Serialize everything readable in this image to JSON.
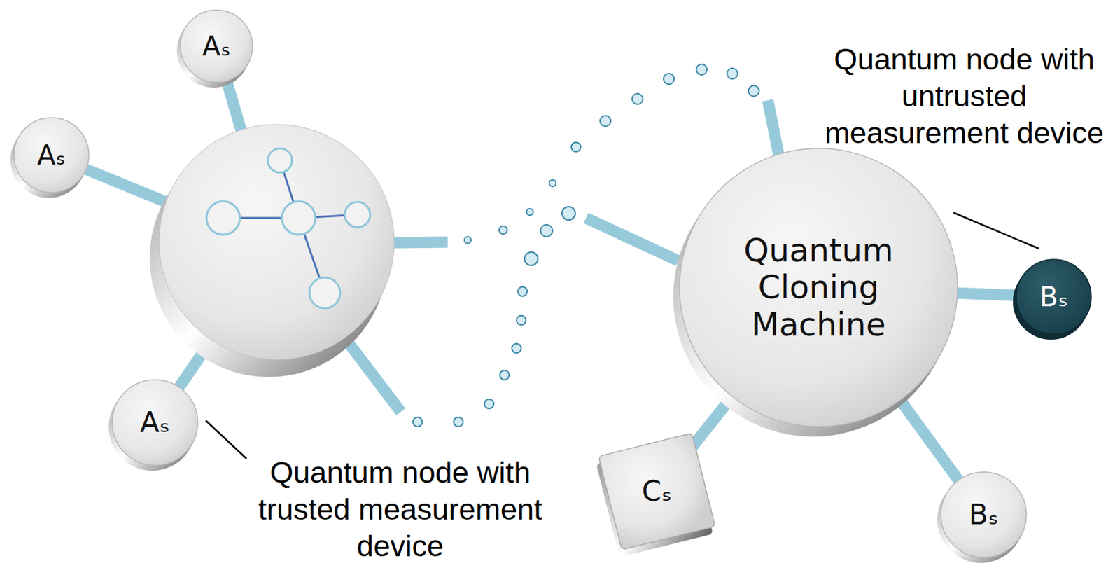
{
  "diagram": {
    "nodes": [
      {
        "text": [
          "Aₛ"
        ]
      },
      {
        "text": [
          "Aₛ"
        ]
      },
      {
        "text": [
          "Aₛ"
        ]
      },
      {
        "text": [
          "Quantum Cloning Machine"
        ]
      },
      {
        "text": [
          "Bₛ"
        ]
      },
      {
        "text": [
          "Cₛ"
        ]
      },
      {
        "text": [
          "Bₛ"
        ]
      }
    ],
    "edges": [
      {
        "from": 3,
        "to": 4,
        "arrow": "none"
      },
      {
        "from": 3,
        "to": 5,
        "arrow": "none"
      },
      {
        "from": 3,
        "to": 6,
        "arrow": "none"
      }
    ],
    "labels": [
      "Quantum node with untrusted measurement device",
      "Quantum node with trusted measurement device"
    ]
  }
}
